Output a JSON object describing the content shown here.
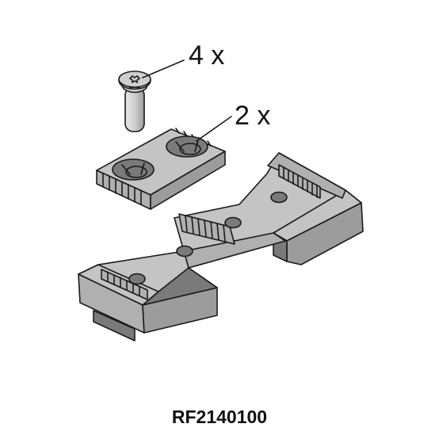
{
  "figure": {
    "labels": {
      "screw_quantity": "4 x",
      "clamp_quantity": "2 x",
      "part_number": "RF2140100"
    },
    "colors": {
      "top_face": "#c4c4c4",
      "front_face": "#b0b0b0",
      "side_face": "#9c9c9c",
      "dark_face": "#7a7a7a",
      "screw_body": "#cfcfcf",
      "outline": "#1a1a1a"
    },
    "parts": [
      {
        "name": "countersunk screw",
        "quantity_label": "4 x"
      },
      {
        "name": "clamping plate with two countersunk holes",
        "quantity_label": "2 x"
      },
      {
        "name": "toothed base rail with mounting holes"
      }
    ]
  }
}
